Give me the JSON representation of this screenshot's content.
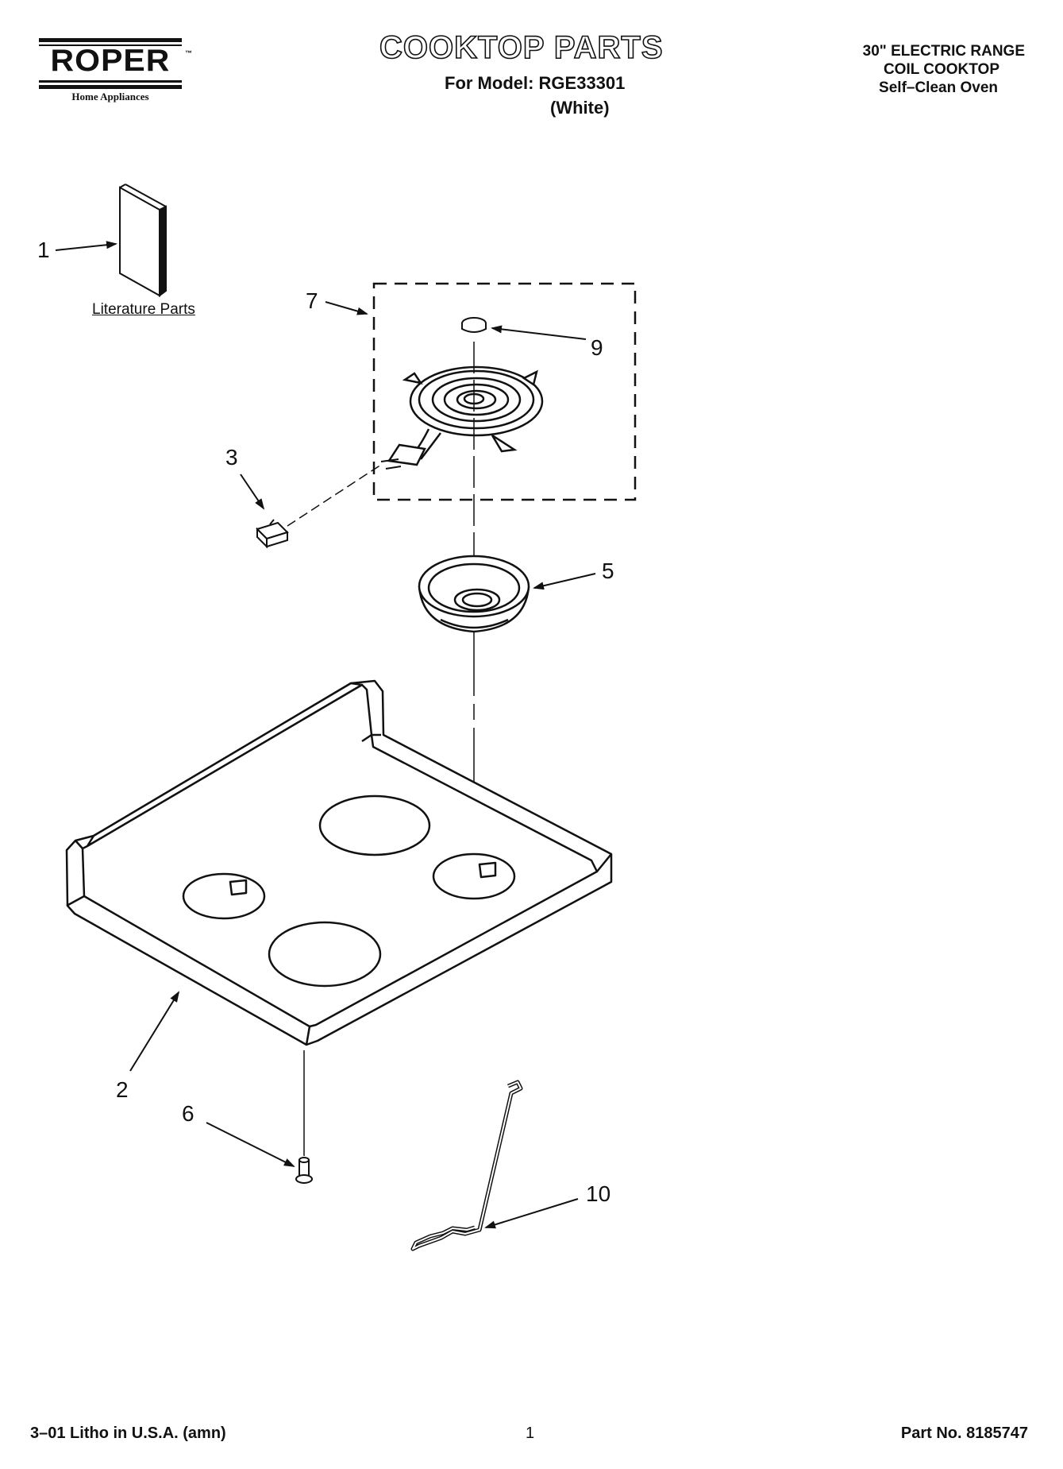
{
  "header": {
    "brand": "ROPER",
    "brand_trademark": "™",
    "brand_subtitle": "Home Appliances",
    "title": "COOKTOP PARTS",
    "model_line": "For Model: RGE33301",
    "color_line": "(White)",
    "spec_lines": [
      "30\" ELECTRIC RANGE",
      "COIL COOKTOP",
      "Self–Clean Oven"
    ]
  },
  "diagram": {
    "literature_label": "Literature Parts",
    "callouts": [
      "1",
      "7",
      "9",
      "3",
      "5",
      "2",
      "6",
      "10"
    ]
  },
  "footer": {
    "print_info": "3–01 Litho in U.S.A. (amn)",
    "page_number": "1",
    "part_number": "Part No. 8185747"
  }
}
